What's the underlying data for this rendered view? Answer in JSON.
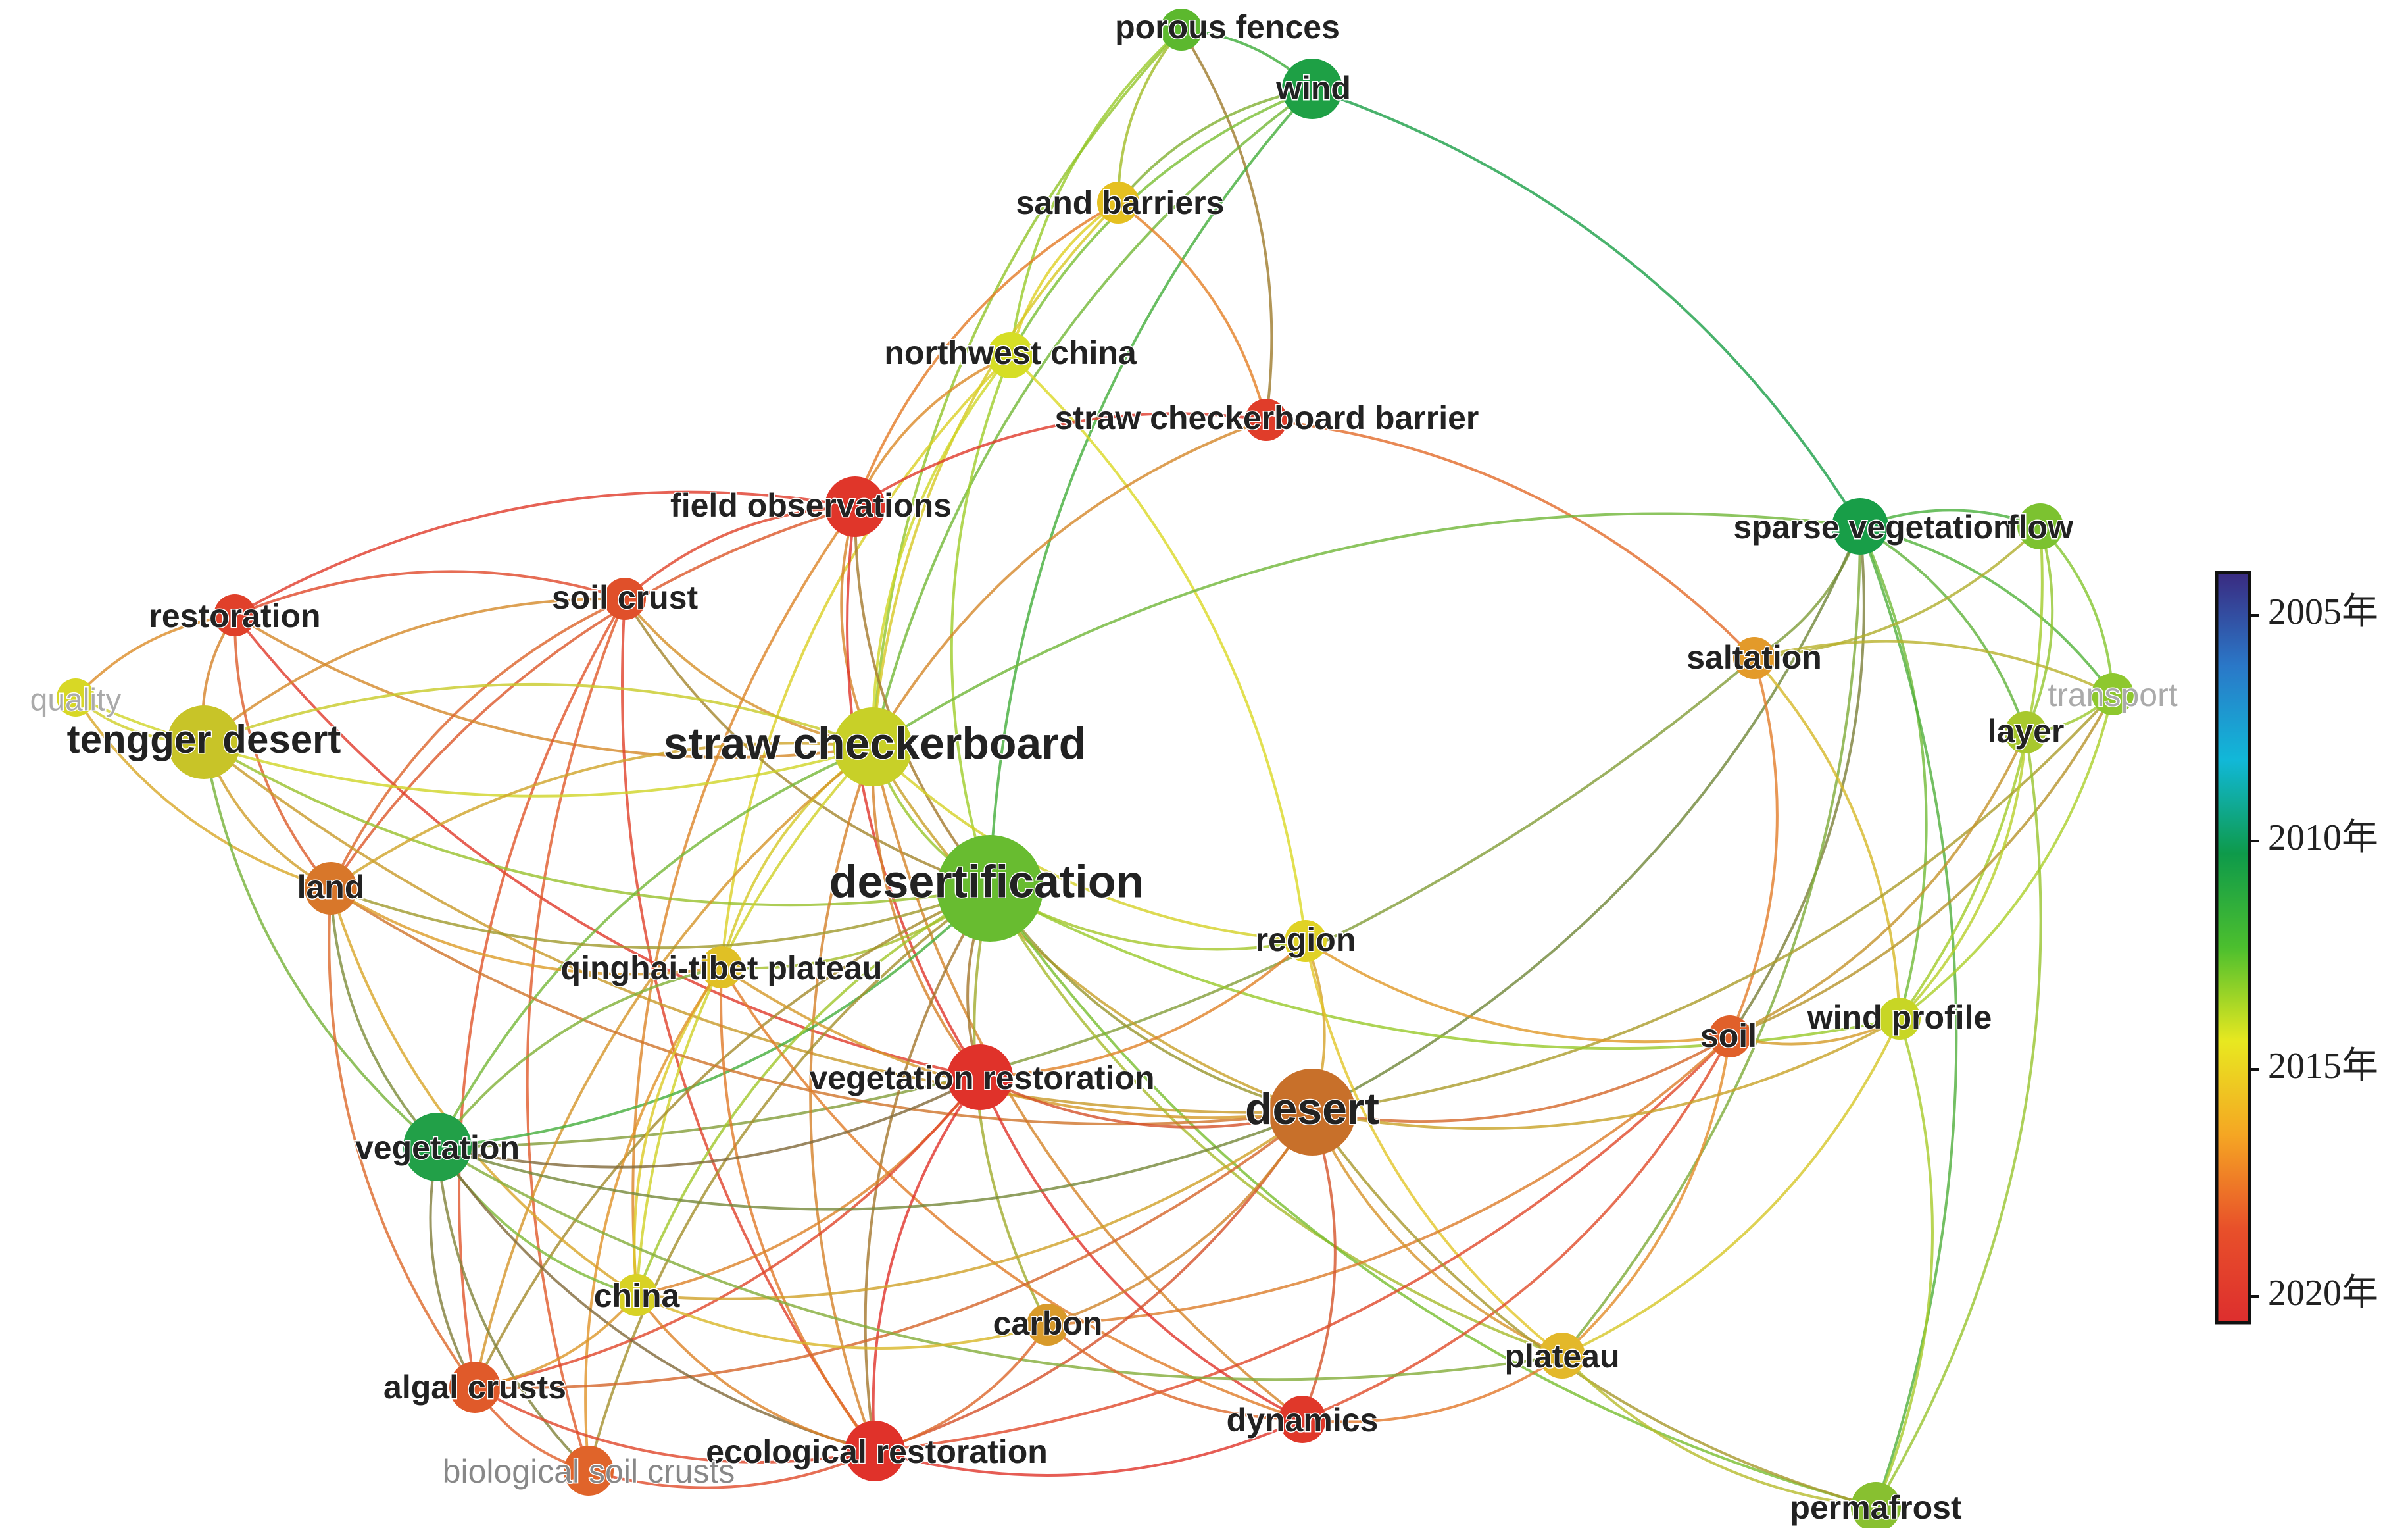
{
  "legend": {
    "gradient_colors": [
      "#3a2a80",
      "#2a78c8",
      "#11b8d8",
      "#0e9a4a",
      "#4cbf2e",
      "#e8e820",
      "#f5a623",
      "#e8502a",
      "#dd2e2e"
    ],
    "ticks": [
      "2005年",
      "2010年",
      "2015年",
      "2020年"
    ]
  },
  "nodes": [
    {
      "id": "porous-fences",
      "label": "porous fences",
      "size": 1,
      "color": "#5cb82e"
    },
    {
      "id": "wind",
      "label": "wind",
      "size": 2,
      "color": "#1ea045"
    },
    {
      "id": "sand-barriers",
      "label": "sand barriers",
      "size": 1,
      "color": "#e5c020"
    },
    {
      "id": "northwest-china",
      "label": "northwest china",
      "size": 1.2,
      "color": "#d6de25"
    },
    {
      "id": "straw-checkerboard-barrier",
      "label": "straw checkerboard barrier",
      "size": 1,
      "color": "#e03d2a"
    },
    {
      "id": "field-observations",
      "label": "field observations",
      "size": 2,
      "color": "#e0362a"
    },
    {
      "id": "sparse-vegetation",
      "label": "sparse vegetation",
      "size": 1.8,
      "color": "#189e48"
    },
    {
      "id": "flow",
      "label": "flow",
      "size": 1.2,
      "color": "#7cc230"
    },
    {
      "id": "restoration",
      "label": "restoration",
      "size": 1,
      "color": "#e0402a"
    },
    {
      "id": "soil-crust",
      "label": "soil crust",
      "size": 1,
      "color": "#e0502a"
    },
    {
      "id": "quality",
      "label": "quality",
      "size": 0.8,
      "color": "#d8d825"
    },
    {
      "id": "saltation",
      "label": "saltation",
      "size": 1,
      "color": "#e39a2a"
    },
    {
      "id": "transport",
      "label": "transport",
      "size": 1,
      "color": "#8ec82e"
    },
    {
      "id": "tengger-desert",
      "label": "tengger desert",
      "size": 2.7,
      "color": "#c8c428"
    },
    {
      "id": "straw-checkerboard",
      "label": "straw checkerboard",
      "size": 3,
      "color": "#c8d028"
    },
    {
      "id": "layer",
      "label": "layer",
      "size": 1,
      "color": "#a8c82e"
    },
    {
      "id": "desertification",
      "label": "desertification",
      "size": 4.5,
      "color": "#68bc30"
    },
    {
      "id": "land",
      "label": "land",
      "size": 1.6,
      "color": "#d8772a"
    },
    {
      "id": "region",
      "label": "region",
      "size": 1,
      "color": "#e0d225"
    },
    {
      "id": "qinghai-tibet-plateau",
      "label": "qinghai-tibet plateau",
      "size": 1,
      "color": "#e0c025"
    },
    {
      "id": "soil",
      "label": "soil",
      "size": 1,
      "color": "#e0602a"
    },
    {
      "id": "wind-profile",
      "label": "wind profile",
      "size": 1,
      "color": "#c8d625"
    },
    {
      "id": "vegetation-restoration",
      "label": "vegetation restoration",
      "size": 2.3,
      "color": "#e0322a"
    },
    {
      "id": "desert",
      "label": "desert",
      "size": 3.4,
      "color": "#c8702a"
    },
    {
      "id": "vegetation",
      "label": "vegetation",
      "size": 2.4,
      "color": "#22a048"
    },
    {
      "id": "china",
      "label": "china",
      "size": 1,
      "color": "#d8d225"
    },
    {
      "id": "carbon",
      "label": "carbon",
      "size": 1,
      "color": "#d89a2a"
    },
    {
      "id": "plateau",
      "label": "plateau",
      "size": 1.2,
      "color": "#e3b82a"
    },
    {
      "id": "algal-crusts",
      "label": "algal crusts",
      "size": 1.5,
      "color": "#e05a2a"
    },
    {
      "id": "dynamics",
      "label": "dynamics",
      "size": 1.3,
      "color": "#e0382a"
    },
    {
      "id": "ecological-restoration",
      "label": "ecological restoration",
      "size": 2,
      "color": "#e0322a"
    },
    {
      "id": "biological-soil-crusts",
      "label": "biological soil crusts",
      "size": 1.4,
      "color": "#e0642a"
    },
    {
      "id": "permafrost",
      "label": "permafrost",
      "size": 1.4,
      "color": "#88c030"
    }
  ],
  "edges": [
    [
      "porous-fences",
      "wind"
    ],
    [
      "porous-fences",
      "sand-barriers"
    ],
    [
      "porous-fences",
      "northwest-china"
    ],
    [
      "porous-fences",
      "straw-checkerboard"
    ],
    [
      "porous-fences",
      "straw-checkerboard-barrier"
    ],
    [
      "wind",
      "sand-barriers"
    ],
    [
      "wind",
      "northwest-china"
    ],
    [
      "wind",
      "sparse-vegetation"
    ],
    [
      "wind",
      "desertification"
    ],
    [
      "wind",
      "straw-checkerboard"
    ],
    [
      "sand-barriers",
      "northwest-china"
    ],
    [
      "sand-barriers",
      "straw-checkerboard-barrier"
    ],
    [
      "sand-barriers",
      "field-observations"
    ],
    [
      "sand-barriers",
      "straw-checkerboard"
    ],
    [
      "northwest-china",
      "field-observations"
    ],
    [
      "northwest-china",
      "straw-checkerboard"
    ],
    [
      "northwest-china",
      "desertification"
    ],
    [
      "northwest-china",
      "qinghai-tibet-plateau"
    ],
    [
      "northwest-china",
      "region"
    ],
    [
      "straw-checkerboard-barrier",
      "field-observations"
    ],
    [
      "straw-checkerboard-barrier",
      "straw-checkerboard"
    ],
    [
      "straw-checkerboard-barrier",
      "saltation"
    ],
    [
      "field-observations",
      "soil-crust"
    ],
    [
      "field-observations",
      "straw-checkerboard"
    ],
    [
      "field-observations",
      "vegetation-restoration"
    ],
    [
      "field-observations",
      "restoration"
    ],
    [
      "field-observations",
      "desertification"
    ],
    [
      "field-observations",
      "land"
    ],
    [
      "field-observations",
      "china"
    ],
    [
      "sparse-vegetation",
      "flow"
    ],
    [
      "sparse-vegetation",
      "saltation"
    ],
    [
      "sparse-vegetation",
      "layer"
    ],
    [
      "sparse-vegetation",
      "transport"
    ],
    [
      "sparse-vegetation",
      "wind-profile"
    ],
    [
      "sparse-vegetation",
      "soil"
    ],
    [
      "sparse-vegetation",
      "desert"
    ],
    [
      "sparse-vegetation",
      "permafrost"
    ],
    [
      "sparse-vegetation",
      "straw-checkerboard"
    ],
    [
      "sparse-vegetation",
      "plateau"
    ],
    [
      "flow",
      "transport"
    ],
    [
      "flow",
      "layer"
    ],
    [
      "flow",
      "wind-profile"
    ],
    [
      "flow",
      "saltation"
    ],
    [
      "saltation",
      "soil"
    ],
    [
      "saltation",
      "wind-profile"
    ],
    [
      "saltation",
      "transport"
    ],
    [
      "saltation",
      "vegetation"
    ],
    [
      "transport",
      "layer"
    ],
    [
      "transport",
      "wind-profile"
    ],
    [
      "transport",
      "desert"
    ],
    [
      "transport",
      "soil"
    ],
    [
      "layer",
      "wind-profile"
    ],
    [
      "layer",
      "soil"
    ],
    [
      "layer",
      "permafrost"
    ],
    [
      "restoration",
      "soil-crust"
    ],
    [
      "restoration",
      "tengger-desert"
    ],
    [
      "restoration",
      "land"
    ],
    [
      "restoration",
      "quality"
    ],
    [
      "restoration",
      "straw-checkerboard"
    ],
    [
      "restoration",
      "vegetation-restoration"
    ],
    [
      "soil-crust",
      "tengger-desert"
    ],
    [
      "soil-crust",
      "straw-checkerboard"
    ],
    [
      "soil-crust",
      "desertification"
    ],
    [
      "soil-crust",
      "land"
    ],
    [
      "soil-crust",
      "algal-crusts"
    ],
    [
      "soil-crust",
      "biological-soil-crusts"
    ],
    [
      "soil-crust",
      "ecological-restoration"
    ],
    [
      "quality",
      "tengger-desert"
    ],
    [
      "quality",
      "land"
    ],
    [
      "quality",
      "straw-checkerboard"
    ],
    [
      "tengger-desert",
      "straw-checkerboard"
    ],
    [
      "tengger-desert",
      "land"
    ],
    [
      "tengger-desert",
      "vegetation"
    ],
    [
      "tengger-desert",
      "desertification"
    ],
    [
      "tengger-desert",
      "desert"
    ],
    [
      "straw-checkerboard",
      "desertification"
    ],
    [
      "straw-checkerboard",
      "desert"
    ],
    [
      "straw-checkerboard",
      "vegetation-restoration"
    ],
    [
      "straw-checkerboard",
      "land"
    ],
    [
      "straw-checkerboard",
      "region"
    ],
    [
      "straw-checkerboard",
      "qinghai-tibet-plateau"
    ],
    [
      "straw-checkerboard",
      "china"
    ],
    [
      "straw-checkerboard",
      "vegetation"
    ],
    [
      "straw-checkerboard",
      "algal-crusts"
    ],
    [
      "straw-checkerboard",
      "ecological-restoration"
    ],
    [
      "straw-checkerboard",
      "dynamics"
    ],
    [
      "desertification",
      "desert"
    ],
    [
      "desertification",
      "region"
    ],
    [
      "desertification",
      "vegetation"
    ],
    [
      "desertification",
      "china"
    ],
    [
      "desertification",
      "carbon"
    ],
    [
      "desertification",
      "ecological-restoration"
    ],
    [
      "desertification",
      "land"
    ],
    [
      "desertification",
      "plateau"
    ],
    [
      "desertification",
      "vegetation-restoration"
    ],
    [
      "desertification",
      "permafrost"
    ],
    [
      "desertification",
      "wind-profile"
    ],
    [
      "desertification",
      "qinghai-tibet-plateau"
    ],
    [
      "desertification",
      "algal-crusts"
    ],
    [
      "desertification",
      "biological-soil-crusts"
    ],
    [
      "land",
      "vegetation"
    ],
    [
      "land",
      "desert"
    ],
    [
      "land",
      "qinghai-tibet-plateau"
    ],
    [
      "land",
      "algal-crusts"
    ],
    [
      "land",
      "china"
    ],
    [
      "region",
      "desert"
    ],
    [
      "region",
      "soil"
    ],
    [
      "region",
      "plateau"
    ],
    [
      "region",
      "vegetation-restoration"
    ],
    [
      "qinghai-tibet-plateau",
      "desert"
    ],
    [
      "qinghai-tibet-plateau",
      "china"
    ],
    [
      "qinghai-tibet-plateau",
      "ecological-restoration"
    ],
    [
      "qinghai-tibet-plateau",
      "vegetation"
    ],
    [
      "qinghai-tibet-plateau",
      "biological-soil-crusts"
    ],
    [
      "qinghai-tibet-plateau",
      "dynamics"
    ],
    [
      "soil",
      "desert"
    ],
    [
      "soil",
      "wind-profile"
    ],
    [
      "soil",
      "plateau"
    ],
    [
      "soil",
      "ecological-restoration"
    ],
    [
      "soil",
      "dynamics"
    ],
    [
      "soil",
      "carbon"
    ],
    [
      "wind-profile",
      "desert"
    ],
    [
      "wind-profile",
      "permafrost"
    ],
    [
      "wind-profile",
      "plateau"
    ],
    [
      "vegetation-restoration",
      "desert"
    ],
    [
      "vegetation-restoration",
      "vegetation"
    ],
    [
      "vegetation-restoration",
      "dynamics"
    ],
    [
      "vegetation-restoration",
      "ecological-restoration"
    ],
    [
      "vegetation-restoration",
      "china"
    ],
    [
      "vegetation-restoration",
      "algal-crusts"
    ],
    [
      "desert",
      "vegetation"
    ],
    [
      "desert",
      "plateau"
    ],
    [
      "desert",
      "dynamics"
    ],
    [
      "desert",
      "ecological-restoration"
    ],
    [
      "desert",
      "carbon"
    ],
    [
      "desert",
      "china"
    ],
    [
      "desert",
      "permafrost"
    ],
    [
      "desert",
      "algal-crusts"
    ],
    [
      "vegetation",
      "china"
    ],
    [
      "vegetation",
      "algal-crusts"
    ],
    [
      "vegetation",
      "biological-soil-crusts"
    ],
    [
      "vegetation",
      "ecological-restoration"
    ],
    [
      "vegetation",
      "plateau"
    ],
    [
      "china",
      "ecological-restoration"
    ],
    [
      "china",
      "algal-crusts"
    ],
    [
      "china",
      "carbon"
    ],
    [
      "carbon",
      "ecological-restoration"
    ],
    [
      "carbon",
      "dynamics"
    ],
    [
      "plateau",
      "permafrost"
    ],
    [
      "plateau",
      "dynamics"
    ],
    [
      "algal-crusts",
      "biological-soil-crusts"
    ],
    [
      "algal-crusts",
      "ecological-restoration"
    ],
    [
      "ecological-restoration",
      "biological-soil-crusts"
    ],
    [
      "ecological-restoration",
      "dynamics"
    ]
  ]
}
